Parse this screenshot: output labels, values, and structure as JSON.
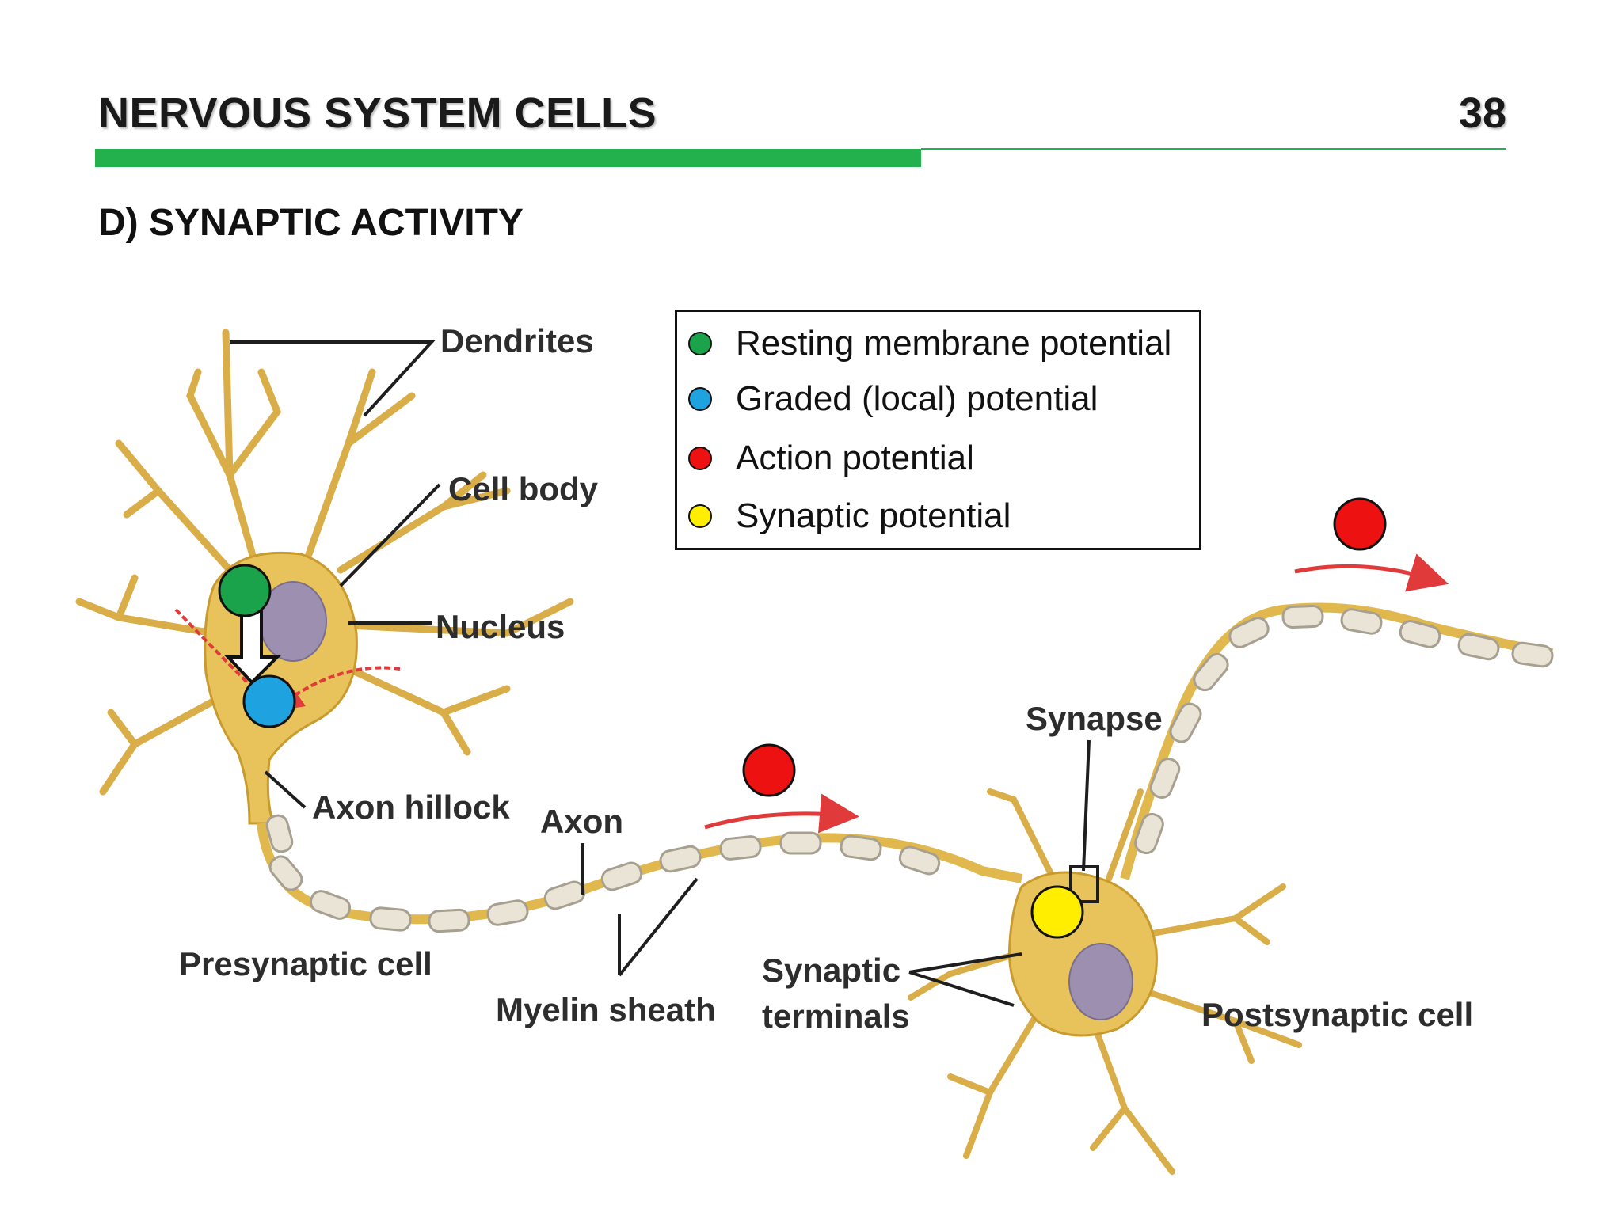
{
  "header": {
    "title": "NERVOUS SYSTEM CELLS",
    "page_number": "38",
    "accent_color": "#22b14c"
  },
  "section": {
    "heading": "D)  SYNAPTIC ACTIVITY"
  },
  "legend": {
    "items": [
      {
        "label": "Resting membrane potential",
        "color": "#1aa34a"
      },
      {
        "label": "Graded (local) potential",
        "color": "#1fa3e0"
      },
      {
        "label": "Action potential",
        "color": "#ee1111"
      },
      {
        "label": "Synaptic potential",
        "color": "#ffee00"
      }
    ]
  },
  "diagram": {
    "labels": {
      "dendrites": "Dendrites",
      "cell_body": "Cell body",
      "nucleus": "Nucleus",
      "axon_hillock": "Axon hillock",
      "axon": "Axon",
      "presynaptic_cell": "Presynaptic cell",
      "myelin_sheath": "Myelin sheath",
      "synaptic_terminals_1": "Synaptic",
      "synaptic_terminals_2": "terminals",
      "synapse": "Synapse",
      "postsynaptic_cell": "Postsynaptic cell"
    },
    "colors": {
      "neuron_fill": "#e8c25a",
      "neuron_stroke": "#c99a2e",
      "myelin_fill": "#e9e4d6",
      "nucleus_fill": "#9c8fb0",
      "arrow_red": "#e03a3a"
    }
  }
}
